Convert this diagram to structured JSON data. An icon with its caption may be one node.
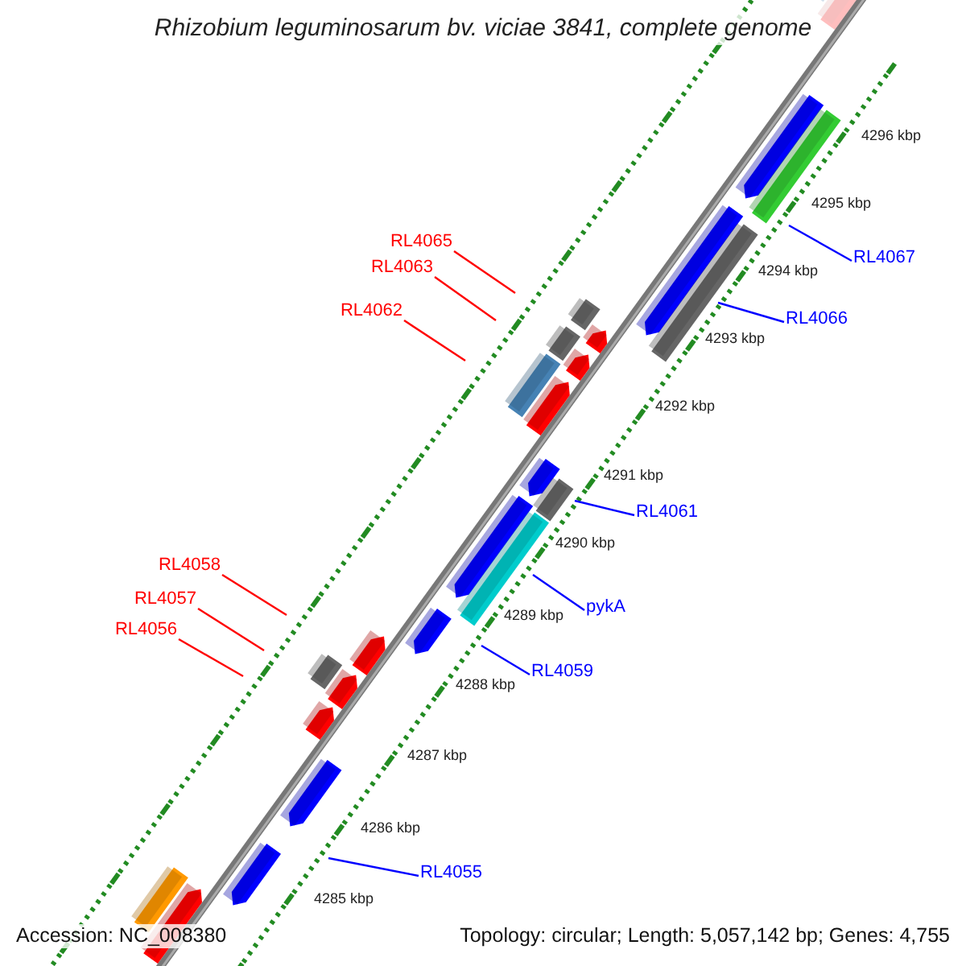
{
  "diagram": {
    "title": "Rhizobium leguminosarum bv. viciae 3841, complete genome",
    "nodes": [
      {
        "text": [
          "RL4065"
        ]
      },
      {
        "text": [
          "RL4063"
        ]
      },
      {
        "text": [
          "RL4062"
        ]
      },
      {
        "text": [
          "RL4067"
        ]
      },
      {
        "text": [
          "RL4066"
        ]
      },
      {
        "text": [
          "RL4061"
        ]
      },
      {
        "text": [
          "pykA"
        ]
      },
      {
        "text": [
          "RL4059"
        ]
      },
      {
        "text": [
          "RL4058"
        ]
      },
      {
        "text": [
          "RL4057"
        ]
      },
      {
        "text": [
          "RL4056"
        ]
      },
      {
        "text": [
          "RL4055"
        ]
      }
    ],
    "edges": [
      {
        "from": 0,
        "to": null,
        "arrow": "none",
        "color": "#ff0000"
      },
      {
        "from": 1,
        "to": null,
        "arrow": "none",
        "color": "#ff0000"
      },
      {
        "from": 2,
        "to": null,
        "arrow": "none",
        "color": "#ff0000"
      },
      {
        "from": 3,
        "to": null,
        "arrow": "none",
        "color": "#0000ff"
      },
      {
        "from": 4,
        "to": null,
        "arrow": "none",
        "color": "#0000ff"
      },
      {
        "from": 5,
        "to": null,
        "arrow": "none",
        "color": "#0000ff"
      },
      {
        "from": 6,
        "to": null,
        "arrow": "none",
        "color": "#0000ff"
      },
      {
        "from": 7,
        "to": null,
        "arrow": "none",
        "color": "#0000ff"
      },
      {
        "from": 8,
        "to": null,
        "arrow": "none",
        "color": "#ff0000"
      },
      {
        "from": 9,
        "to": null,
        "arrow": "none",
        "color": "#ff0000"
      },
      {
        "from": 10,
        "to": null,
        "arrow": "none",
        "color": "#ff0000"
      },
      {
        "from": 11,
        "to": null,
        "arrow": "none",
        "color": "#0000ff"
      }
    ],
    "labels": [
      "4296 kbp",
      "4295 kbp",
      "4294 kbp",
      "4293 kbp",
      "4292 kbp",
      "4291 kbp",
      "4290 kbp",
      "4289 kbp",
      "4288 kbp",
      "4287 kbp",
      "4286 kbp",
      "4285 kbp",
      "Accession: NC_008380",
      "Topology: circular; Length: 5,057,142 bp; Genes: 4,755"
    ]
  }
}
